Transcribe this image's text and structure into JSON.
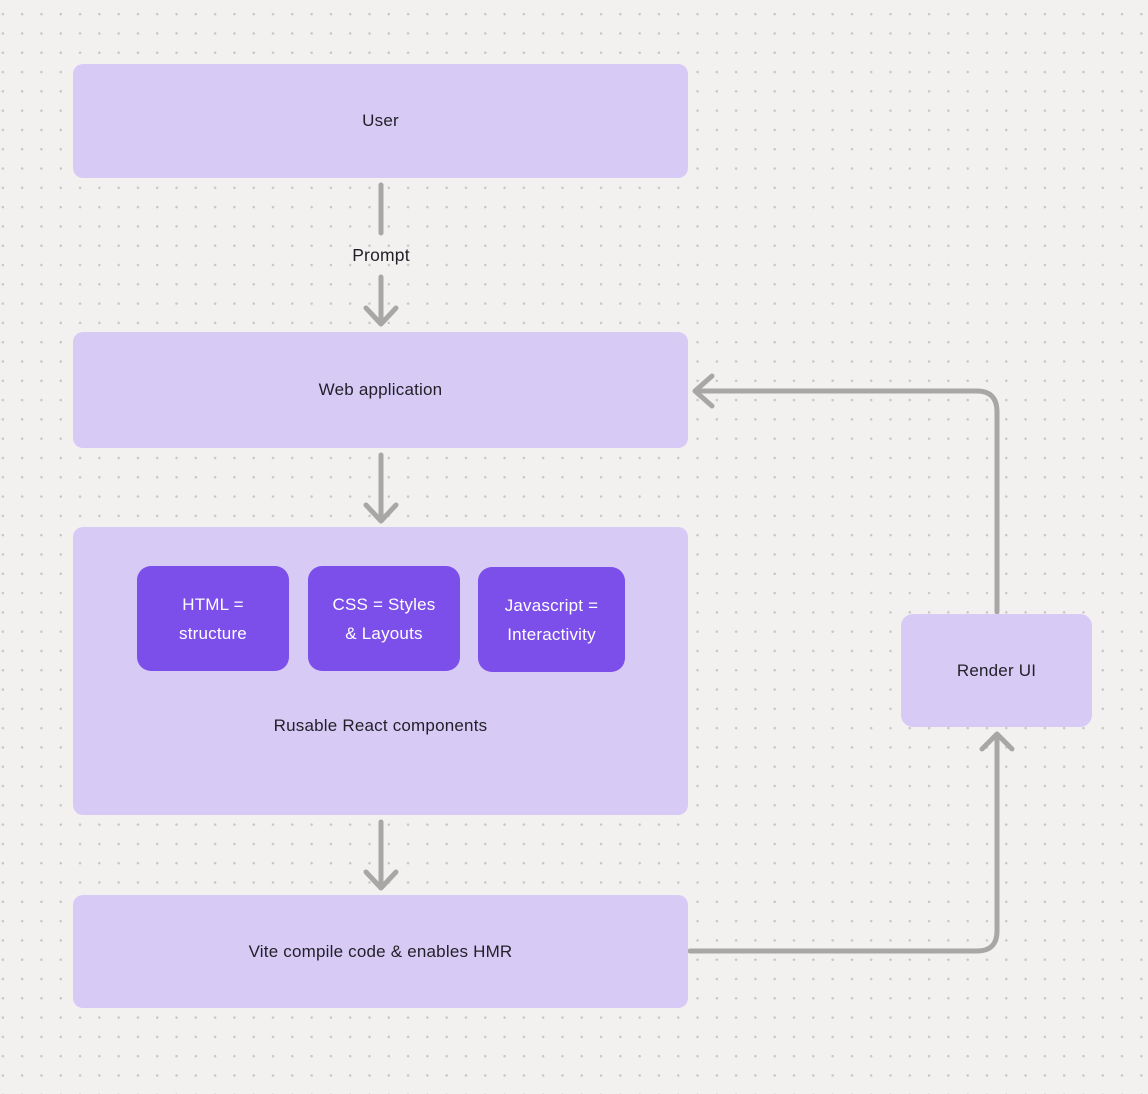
{
  "colors": {
    "bg": "#f2f1f0",
    "dot": "#c9c7c6",
    "node_fill": "#d7cbf6",
    "accent_fill": "#7c4eea",
    "node_text": "#211f27",
    "accent_text": "#ffffff",
    "arrow": "#a9a7a6"
  },
  "diagram": {
    "nodes": {
      "user": {
        "label": "User"
      },
      "web_application": {
        "label": "Web application"
      },
      "html": {
        "label": "HTML =\nstructure"
      },
      "css": {
        "label": "CSS = Styles\n& Layouts"
      },
      "javascript": {
        "label": "Javascript =\nInteractivity"
      },
      "components_group": {
        "label": "Rusable React components"
      },
      "vite": {
        "label": "Vite compile code & enables HMR"
      },
      "render_ui": {
        "label": "Render UI"
      }
    },
    "edges": {
      "user_to_webapp": {
        "label": "Prompt"
      }
    }
  }
}
